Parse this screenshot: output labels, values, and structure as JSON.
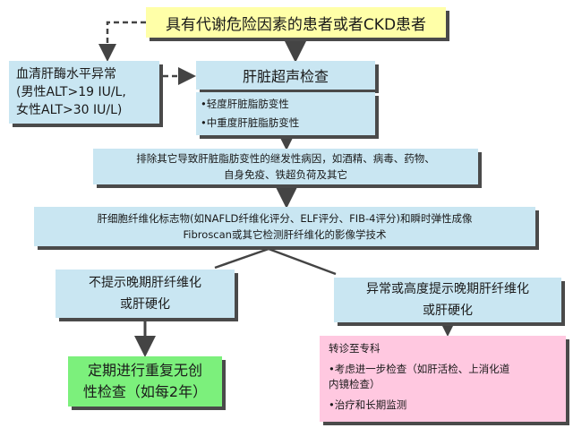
{
  "diagram": {
    "top_box": "具有代谢危险因素的患者或者CKD患者",
    "alt_box": {
      "lines": [
        "血清肝酶水平异常",
        "(男性ALT>19 IU/L,",
        "女性ALT>30 IU/L)"
      ]
    },
    "ultrasound": {
      "title": "肝脏超声检查",
      "items": [
        "•轻度肝脏脂肪变性",
        "•中重度肝脏脂肪变性"
      ]
    },
    "exclude_box": {
      "lines": [
        "排除其它导致肝脏脂肪变性的继发性病因，如酒精、病毒、药物、",
        "自身免疫、铁超负荷及其它"
      ]
    },
    "fibrosis_box": {
      "lines": [
        "肝细胞纤维化标志物(如NAFLD纤维化评分、ELF评分、FIB-4评分)和瞬时弹性成像",
        "Fibroscan或其它检测肝纤维化的影像学技术"
      ]
    },
    "no_advanced": {
      "lines": [
        "不提示晚期肝纤维化",
        "或肝硬化"
      ]
    },
    "advanced": {
      "lines": [
        "异常或高度提示晚期肝纤维化",
        "或肝硬化"
      ]
    },
    "repeat_box": {
      "lines": [
        "定期进行重复无创",
        "性检查（如每2年）"
      ]
    },
    "refer_box": {
      "lines": [
        "转诊至专科",
        "•考虑进一步检查（如肝活检、上消化道",
        "内镜检查）",
        "•治疗和长期监测"
      ]
    },
    "colors": {
      "yellow": "#ffffa8",
      "blue": "#c9e6f2",
      "green": "#7cf07c",
      "pink": "#ffc8e0"
    }
  }
}
